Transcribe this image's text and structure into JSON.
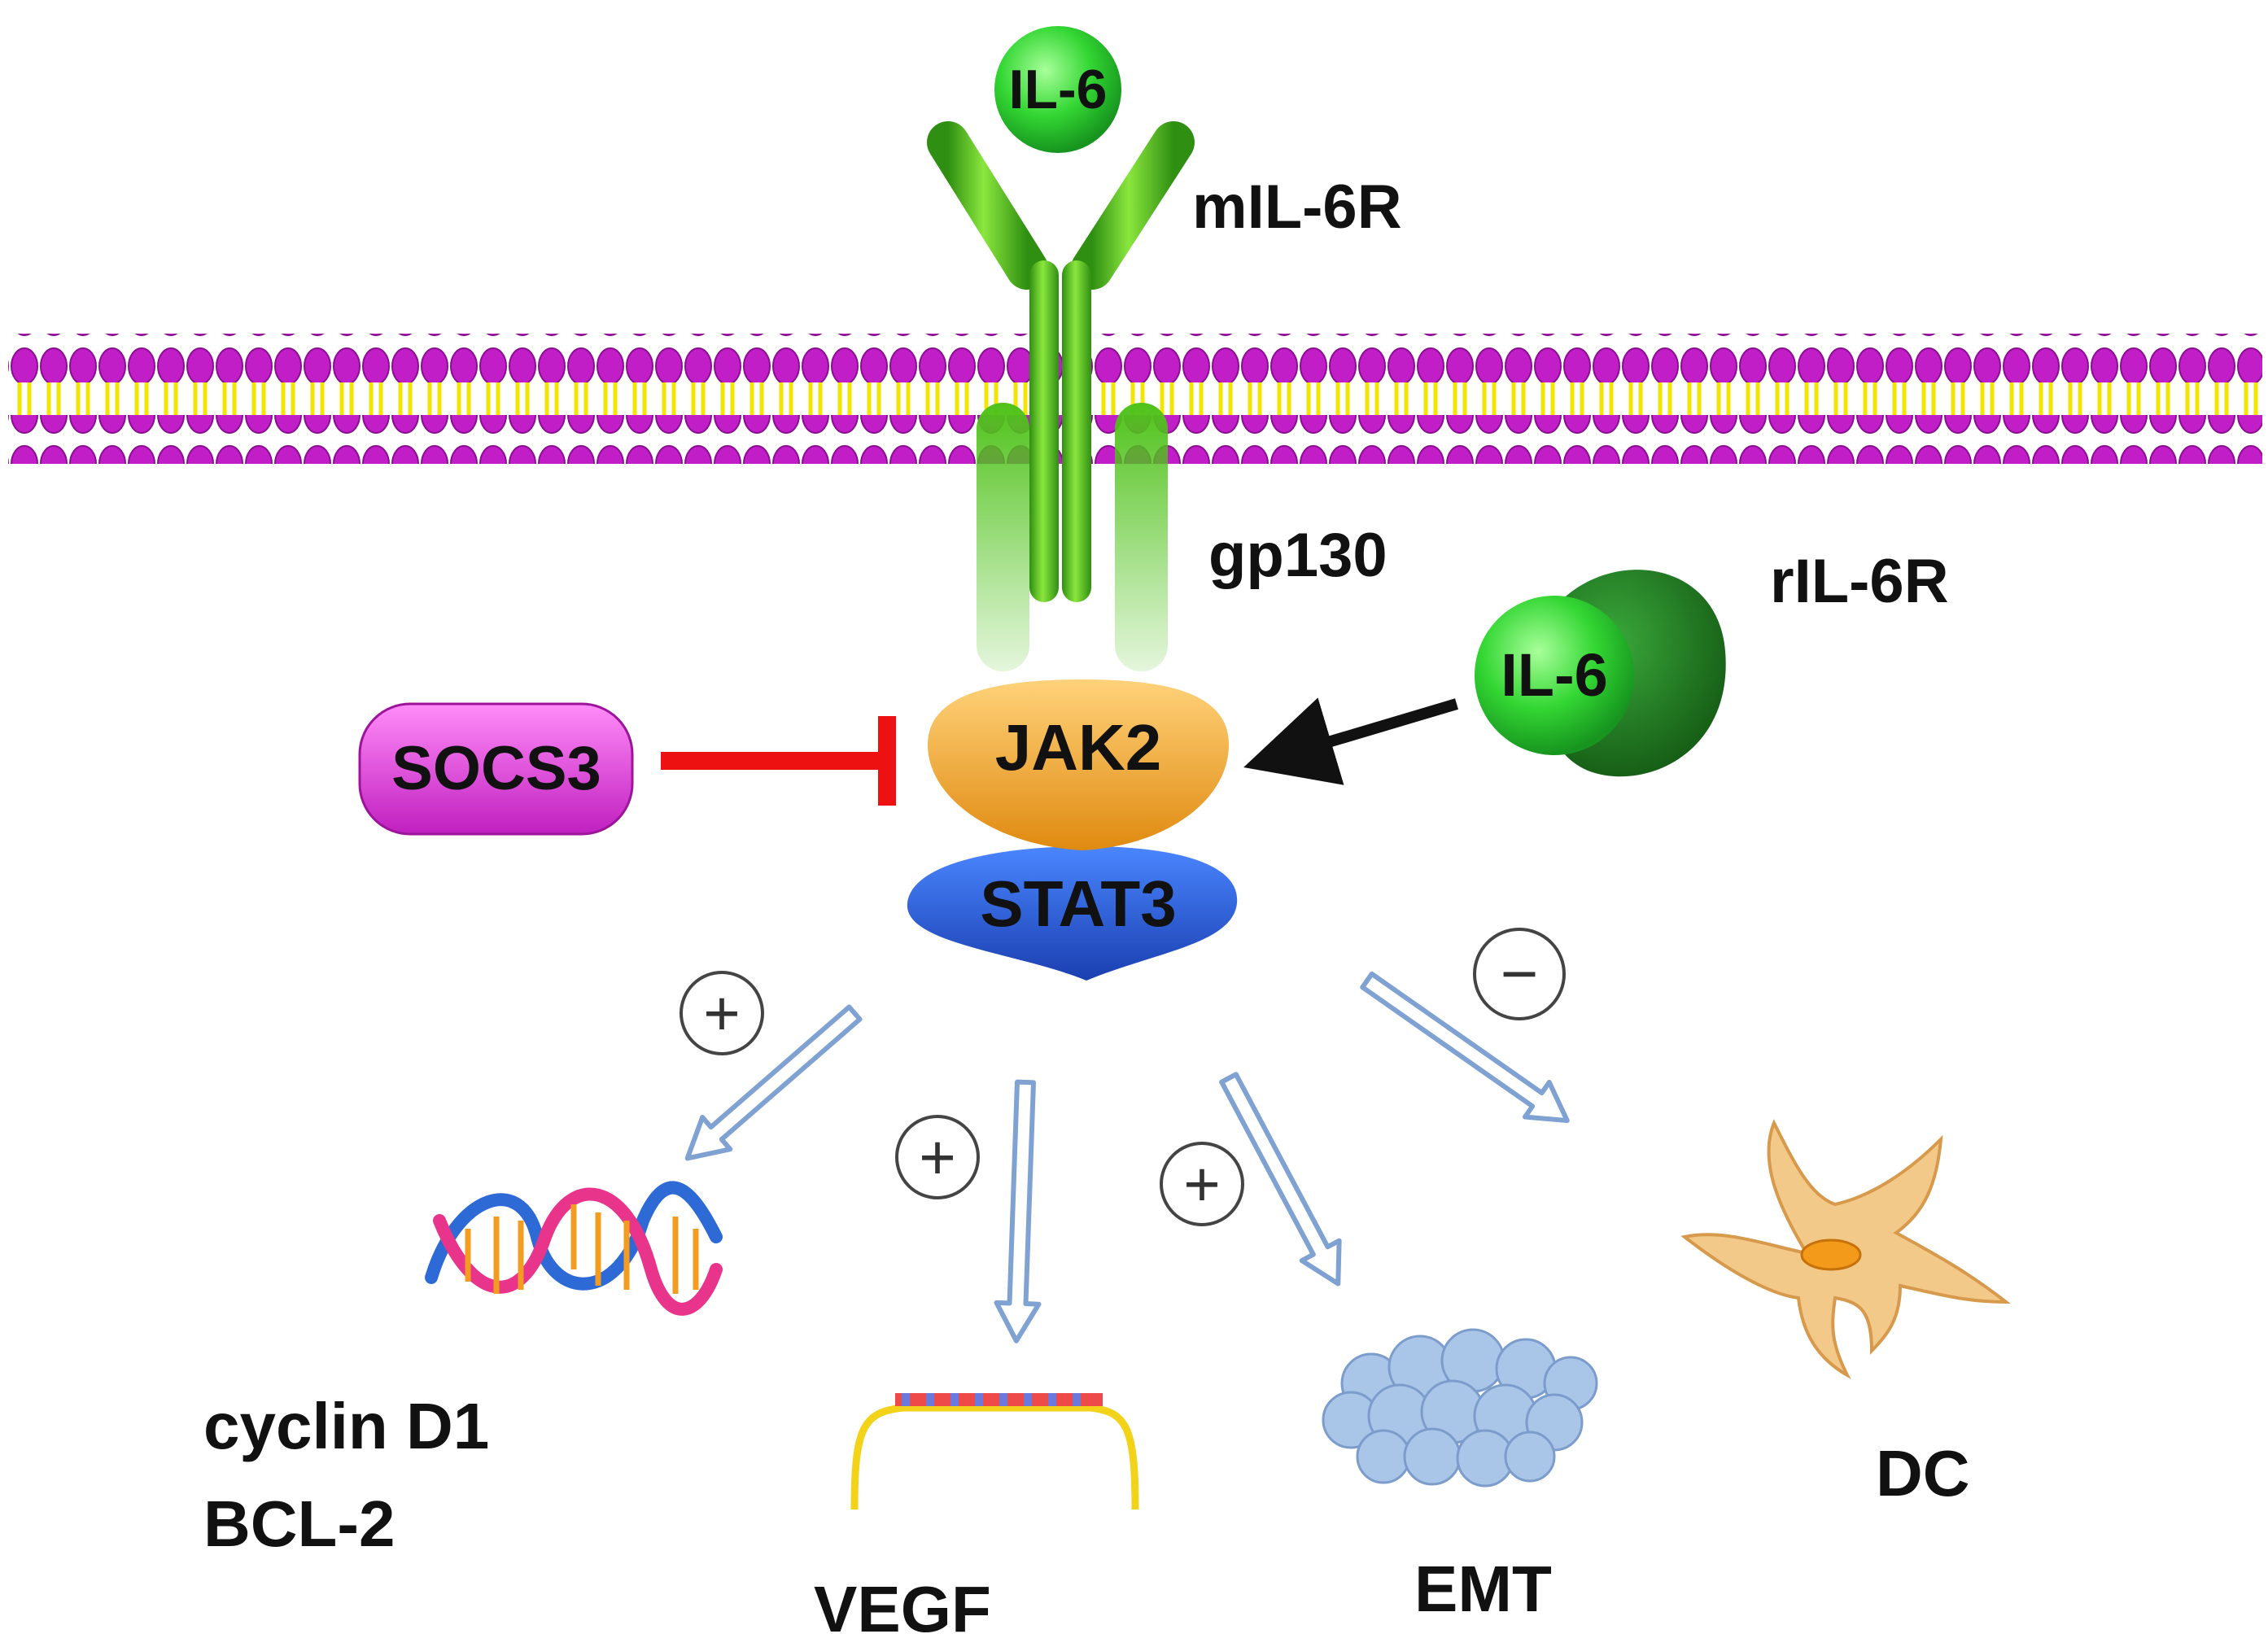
{
  "labels": {
    "il6_top": "IL-6",
    "mil6r": "mIL-6R",
    "gp130": "gp130",
    "ril6r": "rIL-6R",
    "il6_right": "IL-6",
    "jak2": "JAK2",
    "stat3": "STAT3",
    "socs3": "SOCS3",
    "cyclin_d1": "cyclin D1",
    "bcl2": "BCL-2",
    "vegf": "VEGF",
    "emt": "EMT",
    "dc": "DC"
  },
  "signs": {
    "cyclin": "+",
    "vegf": "+",
    "emt": "+",
    "dc": "−"
  },
  "colors": {
    "membrane_head": "#c21ec8",
    "membrane_tail": "#f2e500",
    "receptor_green": "#4fc21a",
    "il6_green": "#33d633",
    "ril6r_green": "#1f7a1f",
    "jak2_orange": "#f4a82a",
    "stat3_blue": "#2c5fd8",
    "socs3_magenta": "#e23ee0",
    "inhibit_red": "#ee1111",
    "pathway_arrow": "#8fb0dc",
    "dc_cell": "#f3c98a",
    "emt_cluster": "#a9c5e8"
  }
}
